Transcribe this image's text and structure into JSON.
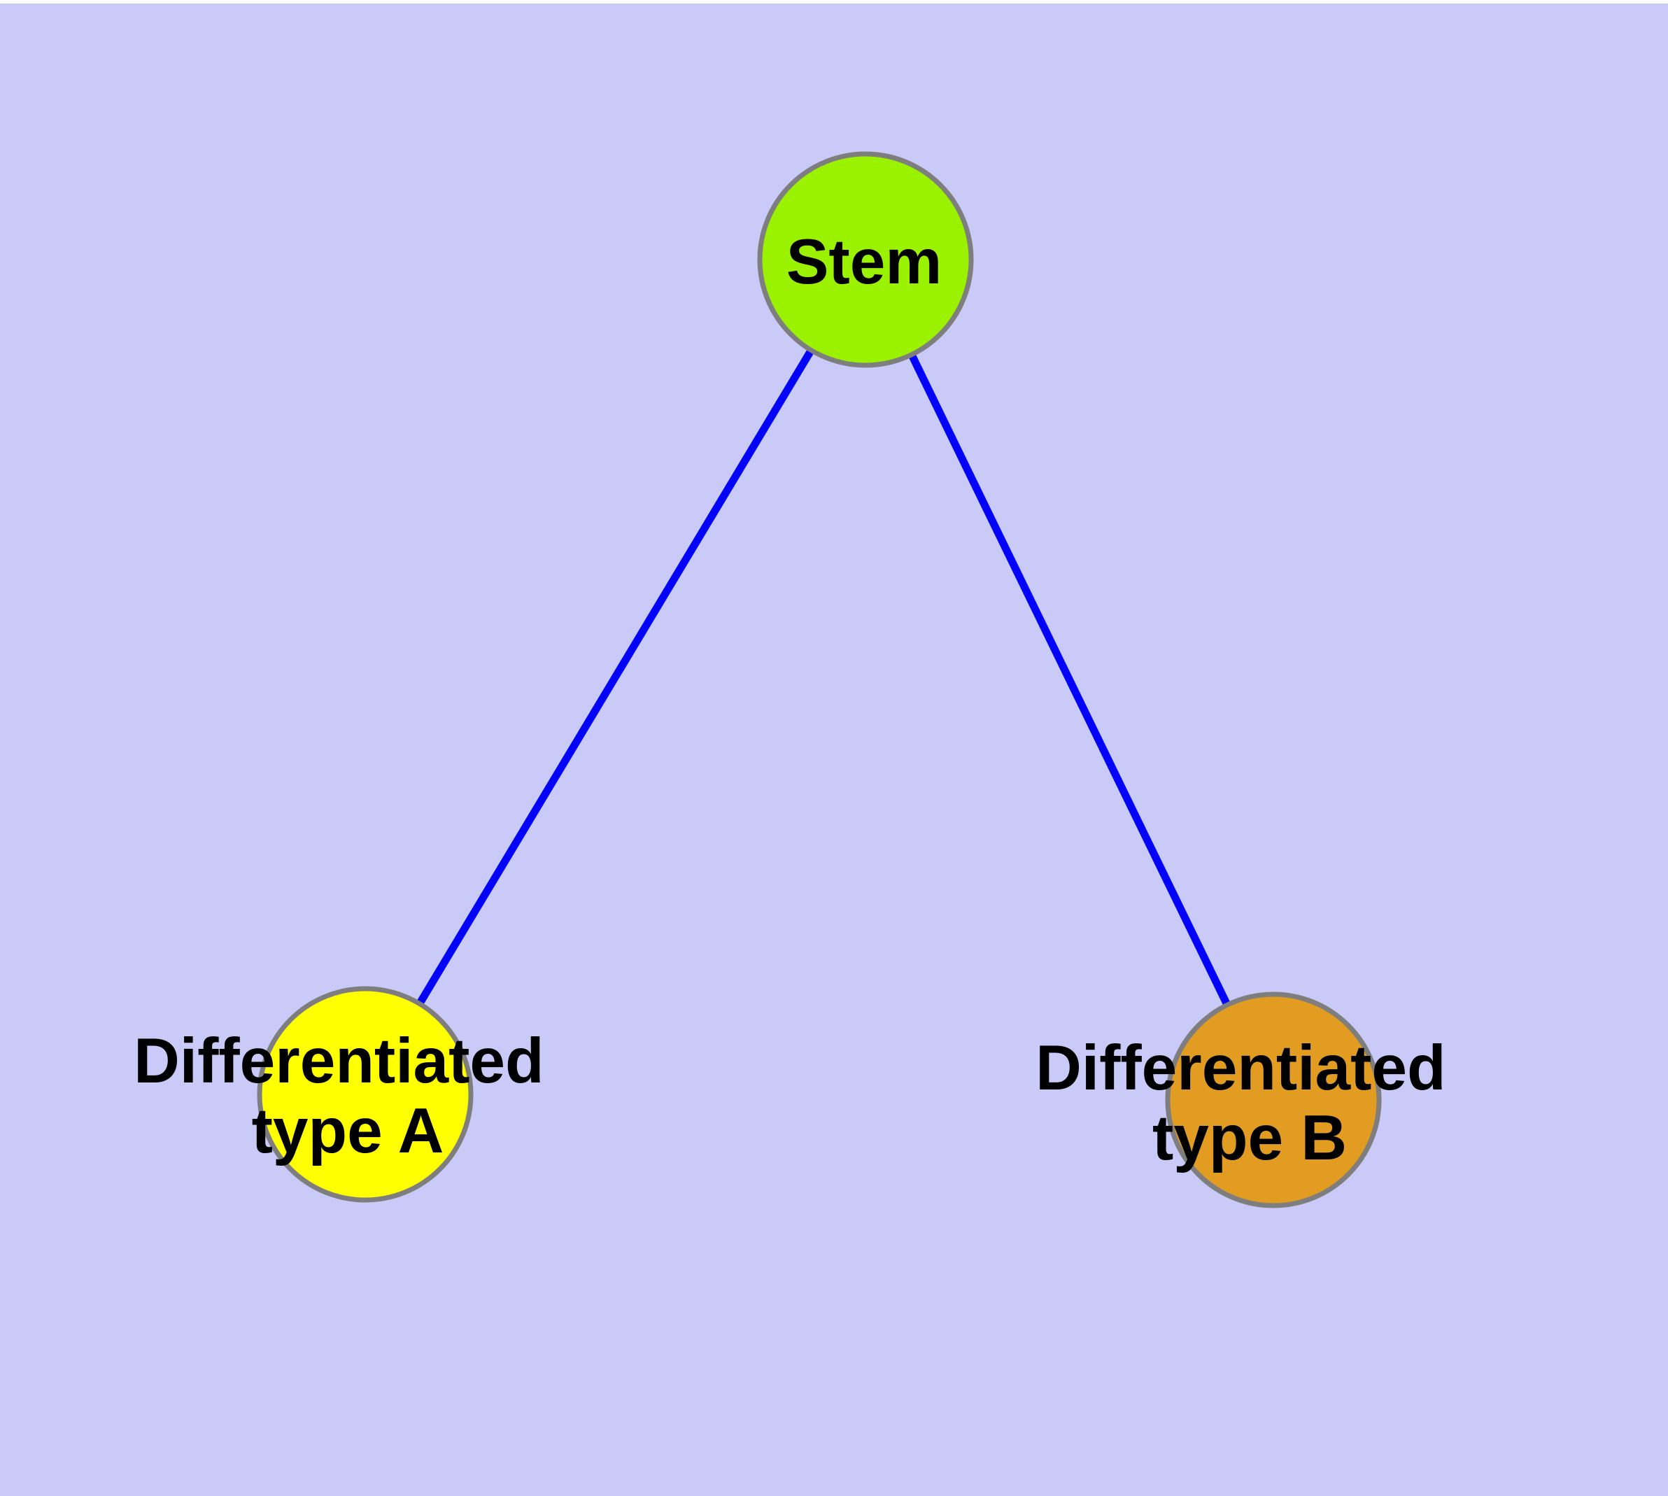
{
  "figure": {
    "type": "undirected-graph-diagram",
    "background_color": "#CACAF9",
    "top_margin_color": "#FFFFFF",
    "text_color": "#000000",
    "edge_color": "#0202FC",
    "edge_width": "11",
    "node_border_color": "#7E7E7E",
    "node_border_width": "7",
    "nodes": [
      {
        "id": "stem",
        "label": "Stem",
        "lines": [
          "Stem"
        ],
        "fill": "#9BF200"
      },
      {
        "id": "differentiated-type-a",
        "label": "Differentiated type A",
        "lines": [
          "Differentiated",
          "type A"
        ],
        "fill": "#FFFF00"
      },
      {
        "id": "differentiated-type-b",
        "label": "Differentiated type B",
        "lines": [
          "Differentiated",
          "type B"
        ],
        "fill": "#E29C21"
      }
    ],
    "edges": [
      {
        "from": "Stem",
        "to": "Differentiated type A"
      },
      {
        "from": "Stem",
        "to": "Differentiated type B"
      }
    ]
  }
}
